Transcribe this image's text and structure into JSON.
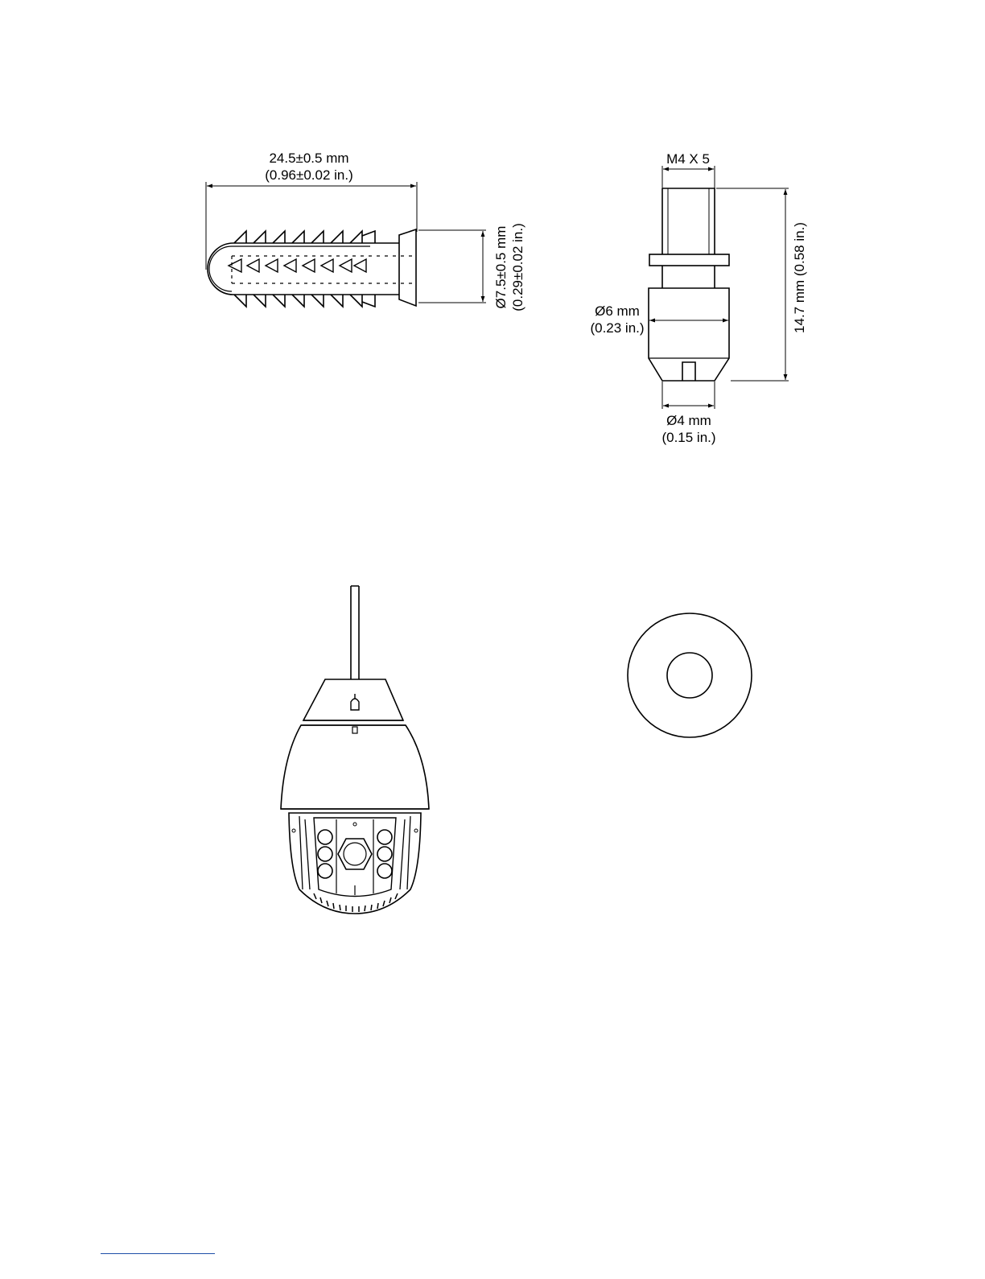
{
  "anchor": {
    "length_mm": "24.5±0.5 mm",
    "length_in": "(0.96±0.02 in.)",
    "diameter_mm": "Ø7.5±0.5 mm",
    "diameter_in": "(0.29±0.02 in.)"
  },
  "screw": {
    "thread": "M4 X 5",
    "length": "14.7 mm (0.58 in.)",
    "head_mm": "Ø6 mm",
    "head_in": "(0.23 in.)",
    "tip_mm": "Ø4 mm",
    "tip_in": "(0.15 in.)"
  }
}
